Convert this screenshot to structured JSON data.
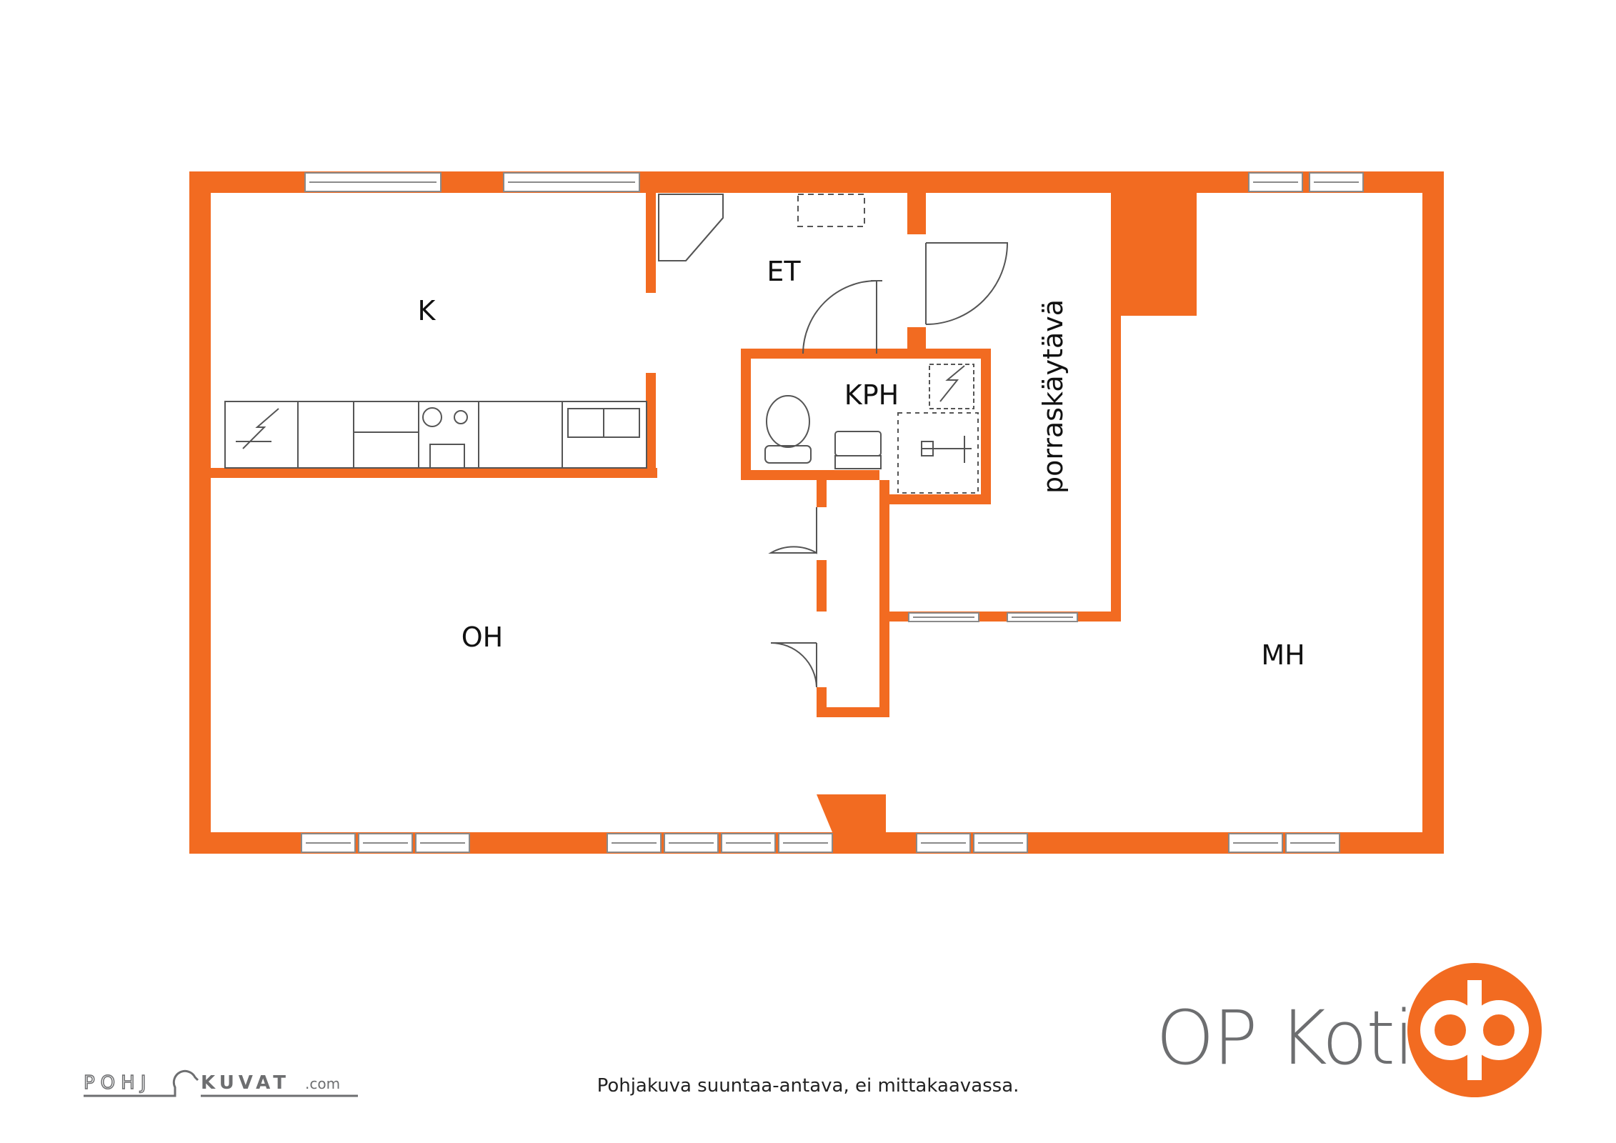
{
  "colors": {
    "wall": "#f26b21",
    "line": "#555555",
    "brand_gray": "#6d6e70",
    "logo_circle": "#f26b21"
  },
  "rooms": {
    "K": "K",
    "ET": "ET",
    "KPH": "KPH",
    "OH": "OH",
    "MH": "MH",
    "stairwell": "porraskäytävä"
  },
  "disclaimer": "Pohjakuva suuntaa-antava, ei mittakaavassa.",
  "brand": {
    "name": "OP Koti",
    "logo_icon": "op-logo-icon"
  },
  "pohjakuvat_logo": {
    "left": "POHJ",
    "right": "KUVAT",
    "domain": ".com"
  }
}
